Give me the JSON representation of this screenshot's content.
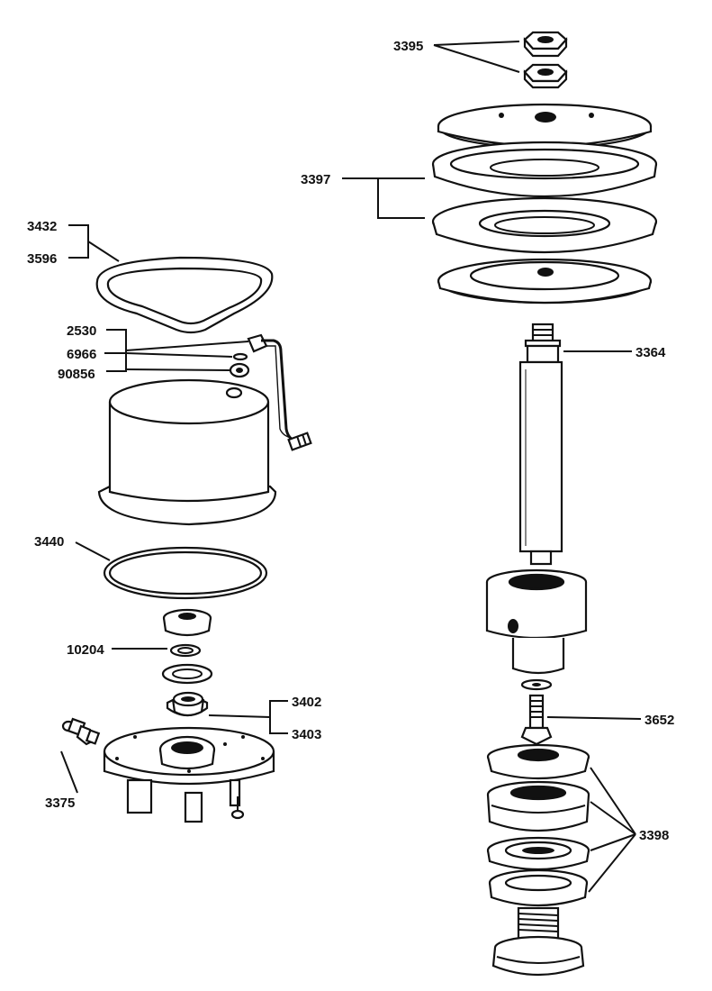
{
  "labels": {
    "l3395": "3395",
    "l3397": "3397",
    "l3432": "3432",
    "l3596": "3596",
    "l2530": "2530",
    "l6966": "6966",
    "l90856": "90856",
    "l3364": "3364",
    "l3440": "3440",
    "l10204": "10204",
    "l3402": "3402",
    "l3403": "3403",
    "l3652": "3652",
    "l3375": "3375",
    "l3398": "3398"
  }
}
